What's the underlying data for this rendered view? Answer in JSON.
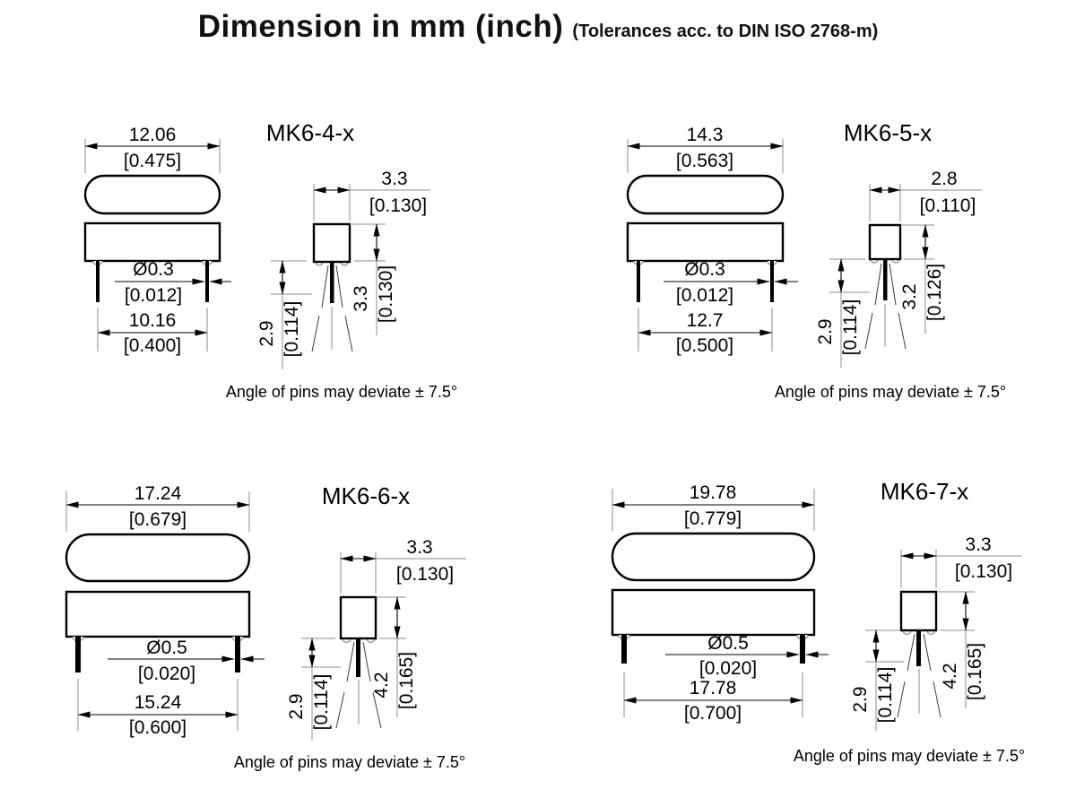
{
  "header": {
    "title": "Dimension in mm (inch)",
    "subtitle": "(Tolerances acc. to DIN ISO 2768-m)"
  },
  "figures": [
    {
      "title": "MK6-4-x",
      "body_width": {
        "mm": "12.06",
        "inch": "[0.475]"
      },
      "pin_diameter": {
        "mm": "Ø0.3",
        "inch": "[0.012]"
      },
      "pin_spacing": {
        "mm": "10.16",
        "inch": "[0.400]"
      },
      "side_width": {
        "mm": "3.3",
        "inch": "[0.130]"
      },
      "side_height": {
        "mm": "3.3",
        "inch": "[0.130]"
      },
      "pin_length": {
        "mm": "2.9",
        "inch": "[0.114]"
      },
      "note": "Angle of pins may deviate ± 7.5°"
    },
    {
      "title": "MK6-5-x",
      "body_width": {
        "mm": "14.3",
        "inch": "[0.563]"
      },
      "pin_diameter": {
        "mm": "Ø0.3",
        "inch": "[0.012]"
      },
      "pin_spacing": {
        "mm": "12.7",
        "inch": "[0.500]"
      },
      "side_width": {
        "mm": "2.8",
        "inch": "[0.110]"
      },
      "side_height": {
        "mm": "3.2",
        "inch": "[0.126]"
      },
      "pin_length": {
        "mm": "2.9",
        "inch": "[0.114]"
      },
      "note": "Angle of pins may deviate ± 7.5°"
    },
    {
      "title": "MK6-6-x",
      "body_width": {
        "mm": "17.24",
        "inch": "[0.679]"
      },
      "pin_diameter": {
        "mm": "Ø0.5",
        "inch": "[0.020]"
      },
      "pin_spacing": {
        "mm": "15.24",
        "inch": "[0.600]"
      },
      "side_width": {
        "mm": "3.3",
        "inch": "[0.130]"
      },
      "side_height": {
        "mm": "4.2",
        "inch": "[0.165]"
      },
      "pin_length": {
        "mm": "2.9",
        "inch": "[0.114]"
      },
      "note": "Angle of pins may deviate ± 7.5°"
    },
    {
      "title": "MK6-7-x",
      "body_width": {
        "mm": "19.78",
        "inch": "[0.779]"
      },
      "pin_diameter": {
        "mm": "Ø0.5",
        "inch": "[0.020]"
      },
      "pin_spacing": {
        "mm": "17.78",
        "inch": "[0.700]"
      },
      "side_width": {
        "mm": "3.3",
        "inch": "[0.130]"
      },
      "side_height": {
        "mm": "4.2",
        "inch": "[0.165]"
      },
      "pin_length": {
        "mm": "2.9",
        "inch": "[0.114]"
      },
      "note": "Angle of pins may deviate ± 7.5°"
    }
  ]
}
